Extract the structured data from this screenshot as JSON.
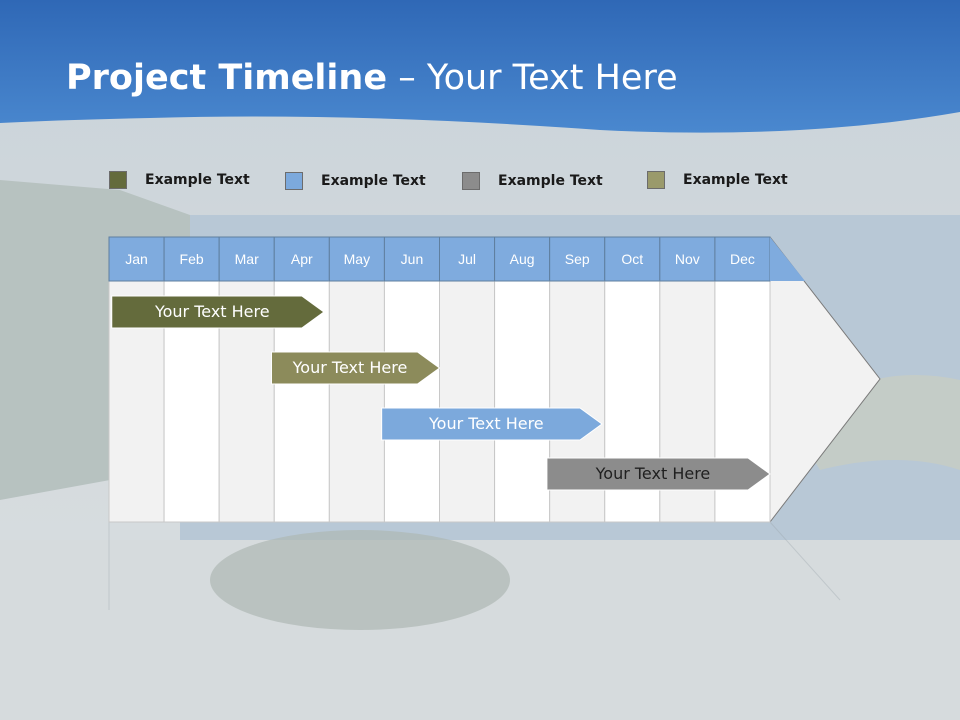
{
  "slide": {
    "title_bold": "Project Timeline",
    "title_rest": " – Your Text Here"
  },
  "colors": {
    "header_blue": "#3f7cc7",
    "month_header": "#7fabde",
    "olive_dark": "#636b3a",
    "olive_light": "#8e8d5c",
    "blue": "#7ba9dc",
    "gray": "#8a8a8a",
    "khaki": "#9a9a6a"
  },
  "legend": [
    {
      "label": "Example Text",
      "color": "#646b3c"
    },
    {
      "label": "Example Text",
      "color": "#7ca9dc"
    },
    {
      "label": "Example Text",
      "color": "#8c8c8c"
    },
    {
      "label": "Example Text",
      "color": "#9a9a6b"
    }
  ],
  "chart_data": {
    "type": "gantt",
    "months": [
      "Jan",
      "Feb",
      "Mar",
      "Apr",
      "May",
      "Jun",
      "Jul",
      "Aug",
      "Sep",
      "Oct",
      "Nov",
      "Dec"
    ],
    "tasks": [
      {
        "label": "Your  Text Here",
        "start": 0.05,
        "end": 3.9,
        "color": "#646b3c"
      },
      {
        "label": "Your  Text Here",
        "start": 2.95,
        "end": 6.0,
        "color": "#8c8b5b"
      },
      {
        "label": "Your  Text Here",
        "start": 4.95,
        "end": 8.95,
        "color": "#7ca9dc"
      },
      {
        "label": "Your  Text Here",
        "start": 7.95,
        "end": 12.0,
        "color": "#8c8c8c"
      }
    ]
  }
}
